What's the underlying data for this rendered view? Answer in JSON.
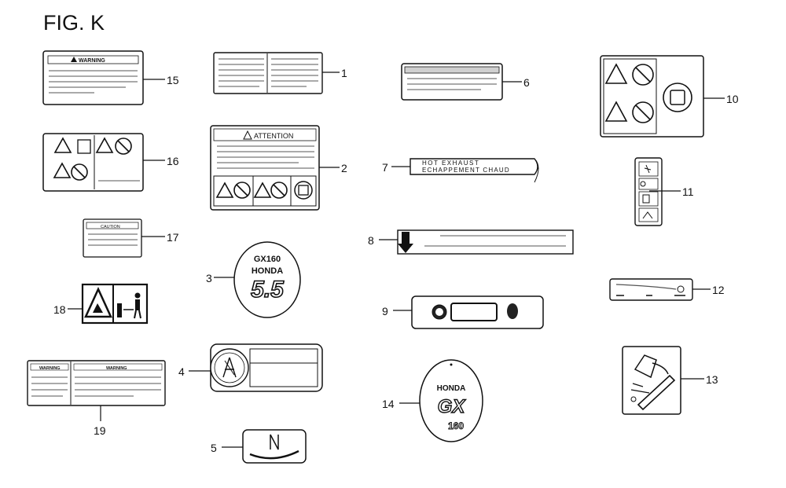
{
  "figure": {
    "title": "FIG. K"
  },
  "callouts": {
    "c1": "1",
    "c2": "2",
    "c3": "3",
    "c4": "4",
    "c5": "5",
    "c6": "6",
    "c7": "7",
    "c8": "8",
    "c9": "9",
    "c10": "10",
    "c11": "11",
    "c12": "12",
    "c13": "13",
    "c14": "14",
    "c15": "15",
    "c16": "16",
    "c17": "17",
    "c18": "18",
    "c19": "19"
  },
  "label_text": {
    "attention": "ATTENTION",
    "exhaust_line1": "HOT EXHAUST",
    "exhaust_line2": "ECHAPPEMENT CHAUD",
    "badge3_model": "GX160",
    "badge3_brand": "HONDA",
    "badge3_power": "5.5",
    "badge14_brand": "HONDA",
    "badge14_series": "GX",
    "badge14_size": "160",
    "warning": "WARNING",
    "caution": "CAUTION"
  },
  "colors": {
    "ink": "#111111",
    "label_fill": "#ffffff",
    "shade": "#bdbdbd"
  }
}
